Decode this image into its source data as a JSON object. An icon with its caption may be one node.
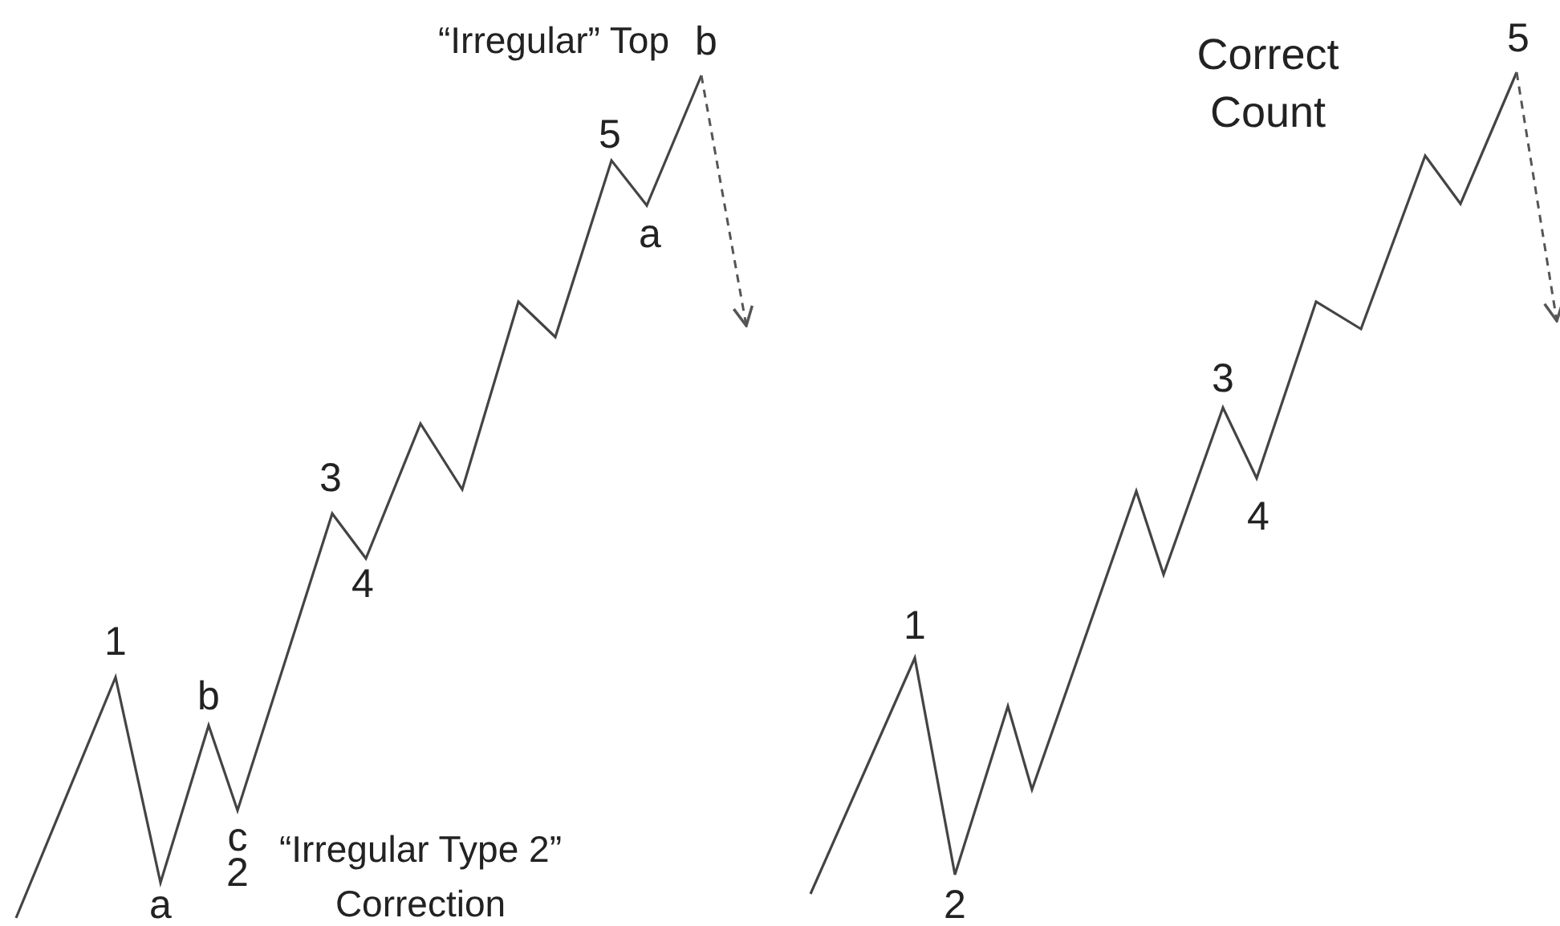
{
  "diagram": {
    "labels": [
      "“Irregular” Top",
      "b",
      "Correct Count",
      "5",
      "5",
      "a",
      "3",
      "3",
      "4",
      "4",
      "1",
      "1",
      "b",
      "c",
      "2",
      "“Irregular Type 2” Correction",
      "a",
      "2"
    ]
  }
}
